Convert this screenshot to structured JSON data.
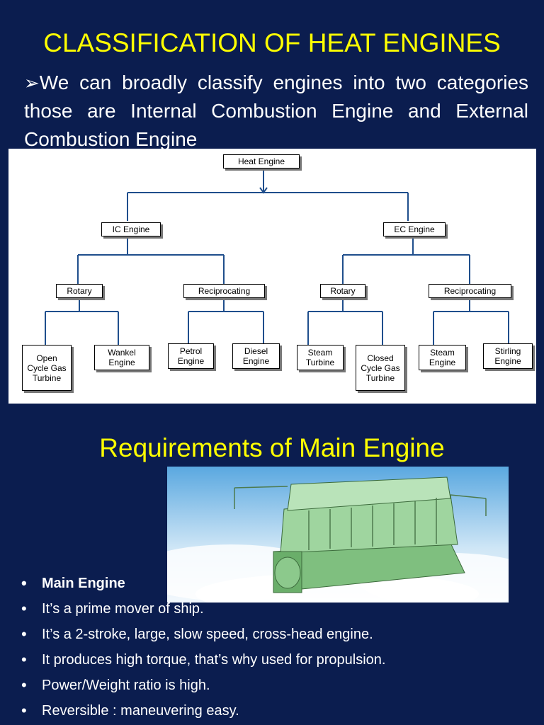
{
  "slide1": {
    "title": "CLASSIFICATION OF HEAT ENGINES",
    "intro_arrow": "➢",
    "intro_text": "We can broadly classify engines into two categories those are Internal Combustion Engine and External Combustion Engine"
  },
  "diagram": {
    "root": "Heat Engine",
    "ic": "IC Engine",
    "ec": "EC Engine",
    "ic_rotary": "Rotary",
    "ic_reciprocating": "Reciprocating",
    "ec_rotary": "Rotary",
    "ec_reciprocating": "Reciprocating",
    "leaves": {
      "open_cycle": "Open Cycle Gas Turbine",
      "wankel": "Wankel Engine",
      "petrol": "Petrol Engine",
      "diesel": "Diesel Engine",
      "steam_turbine": "Steam Turbine",
      "closed_cycle": "Closed Cycle Gas Turbine",
      "steam_engine": "Steam Engine",
      "stirling": "Stirling Engine"
    }
  },
  "slide2": {
    "title": "Requirements of Main Engine",
    "bullets": [
      "Main Engine",
      "It’s a prime mover of ship.",
      "It’s a 2-stroke, large, slow speed, cross-head engine.",
      "It produces high torque, that’s why used for propulsion.",
      "Power/Weight ratio is high.",
      "Reversible : maneuvering easy."
    ]
  },
  "colors": {
    "background": "#0b1d4f",
    "title": "#ffff00",
    "text": "#ffffff",
    "engine": "#8cc98c"
  },
  "icons": {
    "engine_photo": "marine-diesel-engine-image"
  }
}
